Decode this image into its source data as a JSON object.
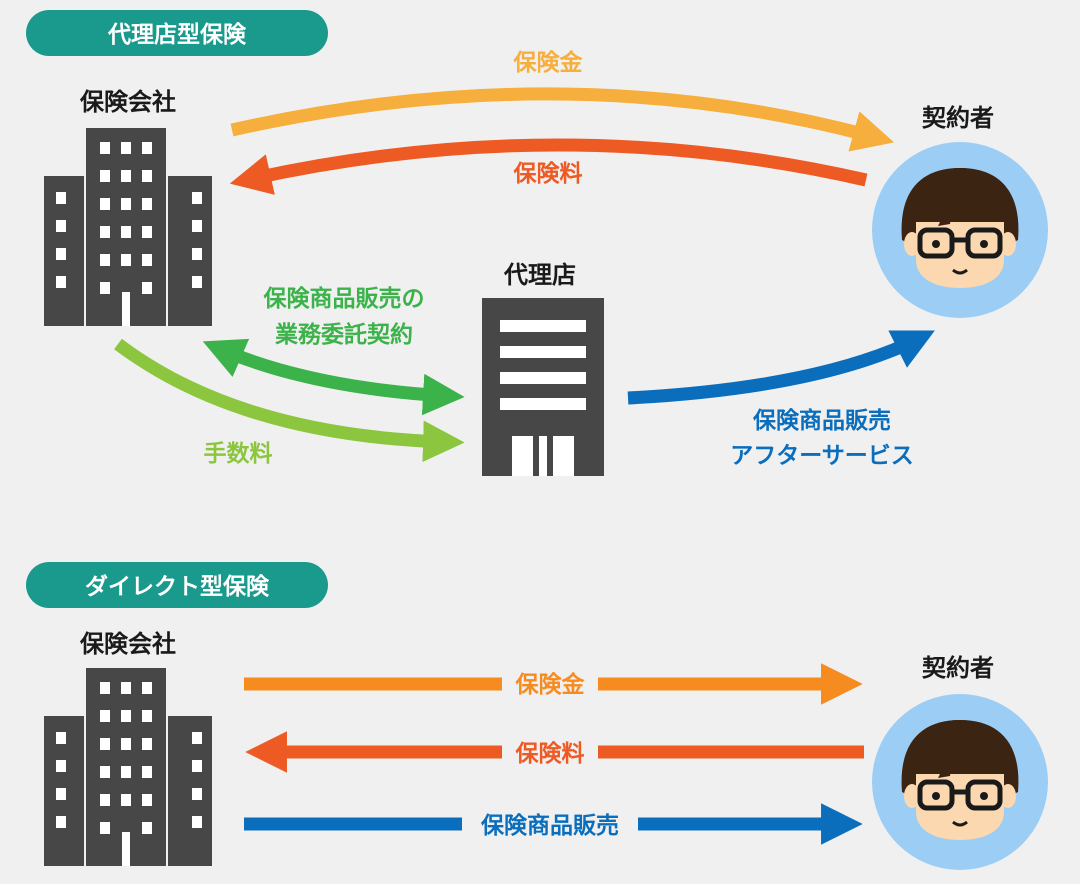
{
  "agency": {
    "badge": "代理店型保険",
    "insurer_label": "保険会社",
    "agent_label": "代理店",
    "contractor_label": "契約者",
    "flow_benefit": "保険金",
    "flow_premium": "保険料",
    "flow_contract_line1": "保険商品販売の",
    "flow_contract_line2": "業務委託契約",
    "flow_commission": "手数料",
    "flow_sales_line1": "保険商品販売",
    "flow_sales_line2": "アフターサービス"
  },
  "direct": {
    "badge": "ダイレクト型保険",
    "insurer_label": "保険会社",
    "contractor_label": "契約者",
    "flow_benefit": "保険金",
    "flow_premium": "保険料",
    "flow_sales": "保険商品販売"
  },
  "colors": {
    "teal_badge": "#1a9a8c",
    "orange_light": "#f6ae3c",
    "orange_dark": "#ee5a24",
    "orange_mid": "#f68b1f",
    "green_dark": "#3cb34a",
    "green_light": "#8cc63f",
    "blue": "#0a6ebd",
    "building": "#474747",
    "avatar_bg": "#9ccdf5"
  }
}
